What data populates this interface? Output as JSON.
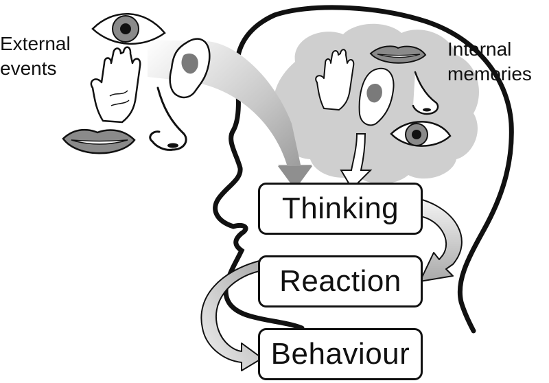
{
  "labels": {
    "external": [
      "External",
      "events"
    ],
    "internal": [
      "Internal",
      "memories"
    ]
  },
  "boxes": {
    "thinking": "Thinking",
    "reaction": "Reaction",
    "behaviour": "Behaviour"
  },
  "icons": {
    "external": [
      "eye-icon",
      "ear-icon",
      "hand-icon",
      "nose-icon",
      "mouth-icon"
    ],
    "internal": [
      "hand-icon",
      "ear-icon",
      "mouth-icon",
      "nose-icon",
      "eye-icon"
    ]
  },
  "colors": {
    "outline": "#111111",
    "thought_cloud": "#cfcfcf",
    "arrow_light": "#f2f2f2",
    "arrow_dark": "#9a9a9a"
  }
}
